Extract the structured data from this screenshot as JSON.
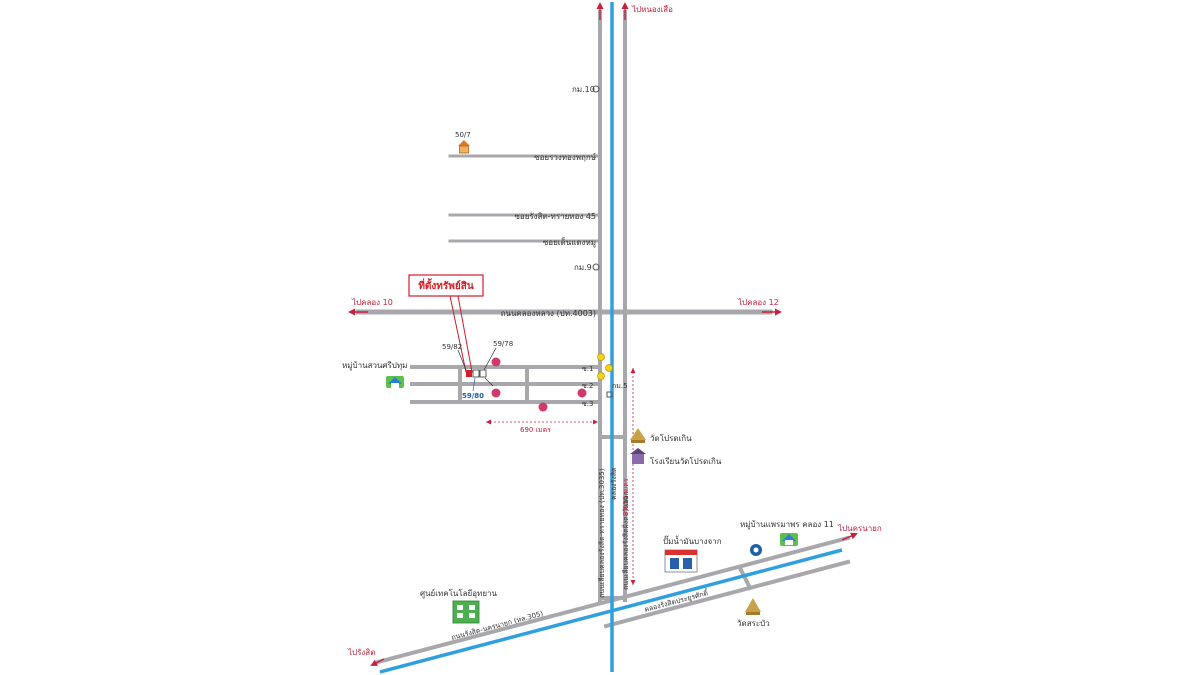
{
  "colors": {
    "road": "#a8a8ac",
    "canal": "#2f9fe0",
    "arrow": "#c8203c",
    "pin": "#d0396a",
    "label": "#333333"
  },
  "directions": {
    "north": "ไปหนองเสือ",
    "west": "ไปคลอง 10",
    "east": "ไปคลอง 12",
    "southwest": "ไปรังสิต",
    "southeast": "ไปนครนายก"
  },
  "roads": {
    "soi_upper": "ซอยรวงทองพฤกษ์",
    "soi_45": "ซอยรังสิต-ทรายทอง 45",
    "soi_shop": "ซอยเด็นแดงหมู",
    "main_ew": "ถนนคลองหลวง (ปท.4003)",
    "ns_road_left": "ถนนเลียบคลองรังสิต-ทรายทอง (ปท.3035)",
    "ns_road_right": "ถนนเลียบคลองรังสิตฝั่งตะวันออก",
    "canal_ns": "คลองรังสิต",
    "highway": "ถนนรังสิต-นครนายก (ทล.305)",
    "canal_diag": "คลองรังสิตประยูรศักดิ์",
    "soi_1": "ซ.1",
    "soi_2": "ซ.2",
    "soi_3": "ซ.3"
  },
  "markers": {
    "km10": "กม.10",
    "km9": "กม.9",
    "km5": "กม.5",
    "house_507": "50/7",
    "house_5982": "59/82",
    "house_5978": "59/78",
    "house_5980": "59/80"
  },
  "property_label": "ที่ตั้งทรัพย์สิน",
  "distances": {
    "horizontal": "690 เมตร",
    "vertical": "8,050 เมตร"
  },
  "landmarks": {
    "village_srisuk": "หมู่บ้านสวนศรีปทุม",
    "temple_bopradit": "วัดโปรดเกิน",
    "school_bopradit": "โรงเรียนวัดโปรดเกิน",
    "gas_station": "ปั๊มน้ำมันบางจาก",
    "village_klong11": "หมู่บ้านแพรมาพร คลอง 11",
    "science_center": "ศูนย์เทคโนโลยีอุทยาน",
    "temple_sraluang": "วัดสระบัว"
  }
}
